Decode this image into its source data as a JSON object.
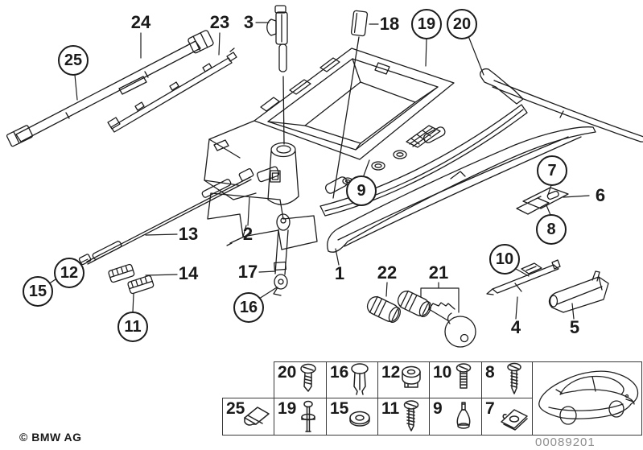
{
  "footer": {
    "copyright": "© BMW AG",
    "diagram_number": "00089201"
  },
  "callouts": {
    "plain": [
      "1",
      "2",
      "3",
      "4",
      "5",
      "6",
      "13",
      "14",
      "17",
      "18",
      "21",
      "22",
      "23",
      "24"
    ],
    "circled": [
      "7",
      "8",
      "9",
      "10",
      "11",
      "12",
      "15",
      "16",
      "19",
      "20",
      "25"
    ]
  },
  "legend": {
    "rows": [
      [
        {
          "label": "20",
          "icon": "pan-head-screw"
        },
        {
          "label": "16",
          "icon": "expansion-rivet"
        },
        {
          "label": "12",
          "icon": "grommet-nut"
        },
        {
          "label": "10",
          "icon": "machine-screw"
        },
        {
          "label": "8",
          "icon": "tapping-screw"
        }
      ],
      [
        {
          "label": "25",
          "icon": "edge-clip"
        },
        {
          "label": "19",
          "icon": "expansion-pin"
        },
        {
          "label": "15",
          "icon": "washer"
        },
        {
          "label": "11",
          "icon": "coarse-thread-screw"
        },
        {
          "label": "9",
          "icon": "cone-plug"
        },
        {
          "label": "7",
          "icon": "speed-nut-clip"
        }
      ]
    ],
    "vehicle_icon": "car-rear-three-quarter-icon"
  },
  "colors": {
    "line": "#1c1c1c",
    "muted_text": "#8e8e8e",
    "background": "#ffffff"
  }
}
